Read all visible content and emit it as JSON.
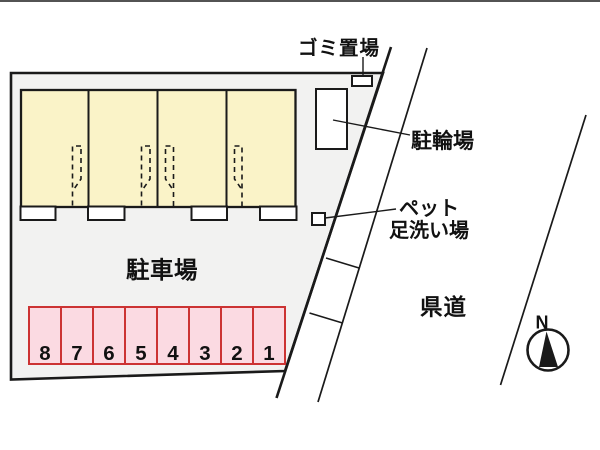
{
  "labels": {
    "garbage": "ゴミ置場",
    "bicycle": "駐輪場",
    "pet_line1": "ペット",
    "pet_line2": "足洗い場",
    "road": "県道",
    "parking_lot": "駐車場",
    "compass_north": "N"
  },
  "parking": {
    "space_count": 8,
    "spaces": [
      "8",
      "7",
      "6",
      "5",
      "4",
      "3",
      "2",
      "1"
    ]
  },
  "building": {
    "unit_count": 4
  },
  "colors": {
    "site_fill": "#F2F2F1",
    "building_fill": "#FAF3C8",
    "parking_fill": "#FBDAE2",
    "parking_border": "#CC3333",
    "line": "#1A1A1A"
  }
}
